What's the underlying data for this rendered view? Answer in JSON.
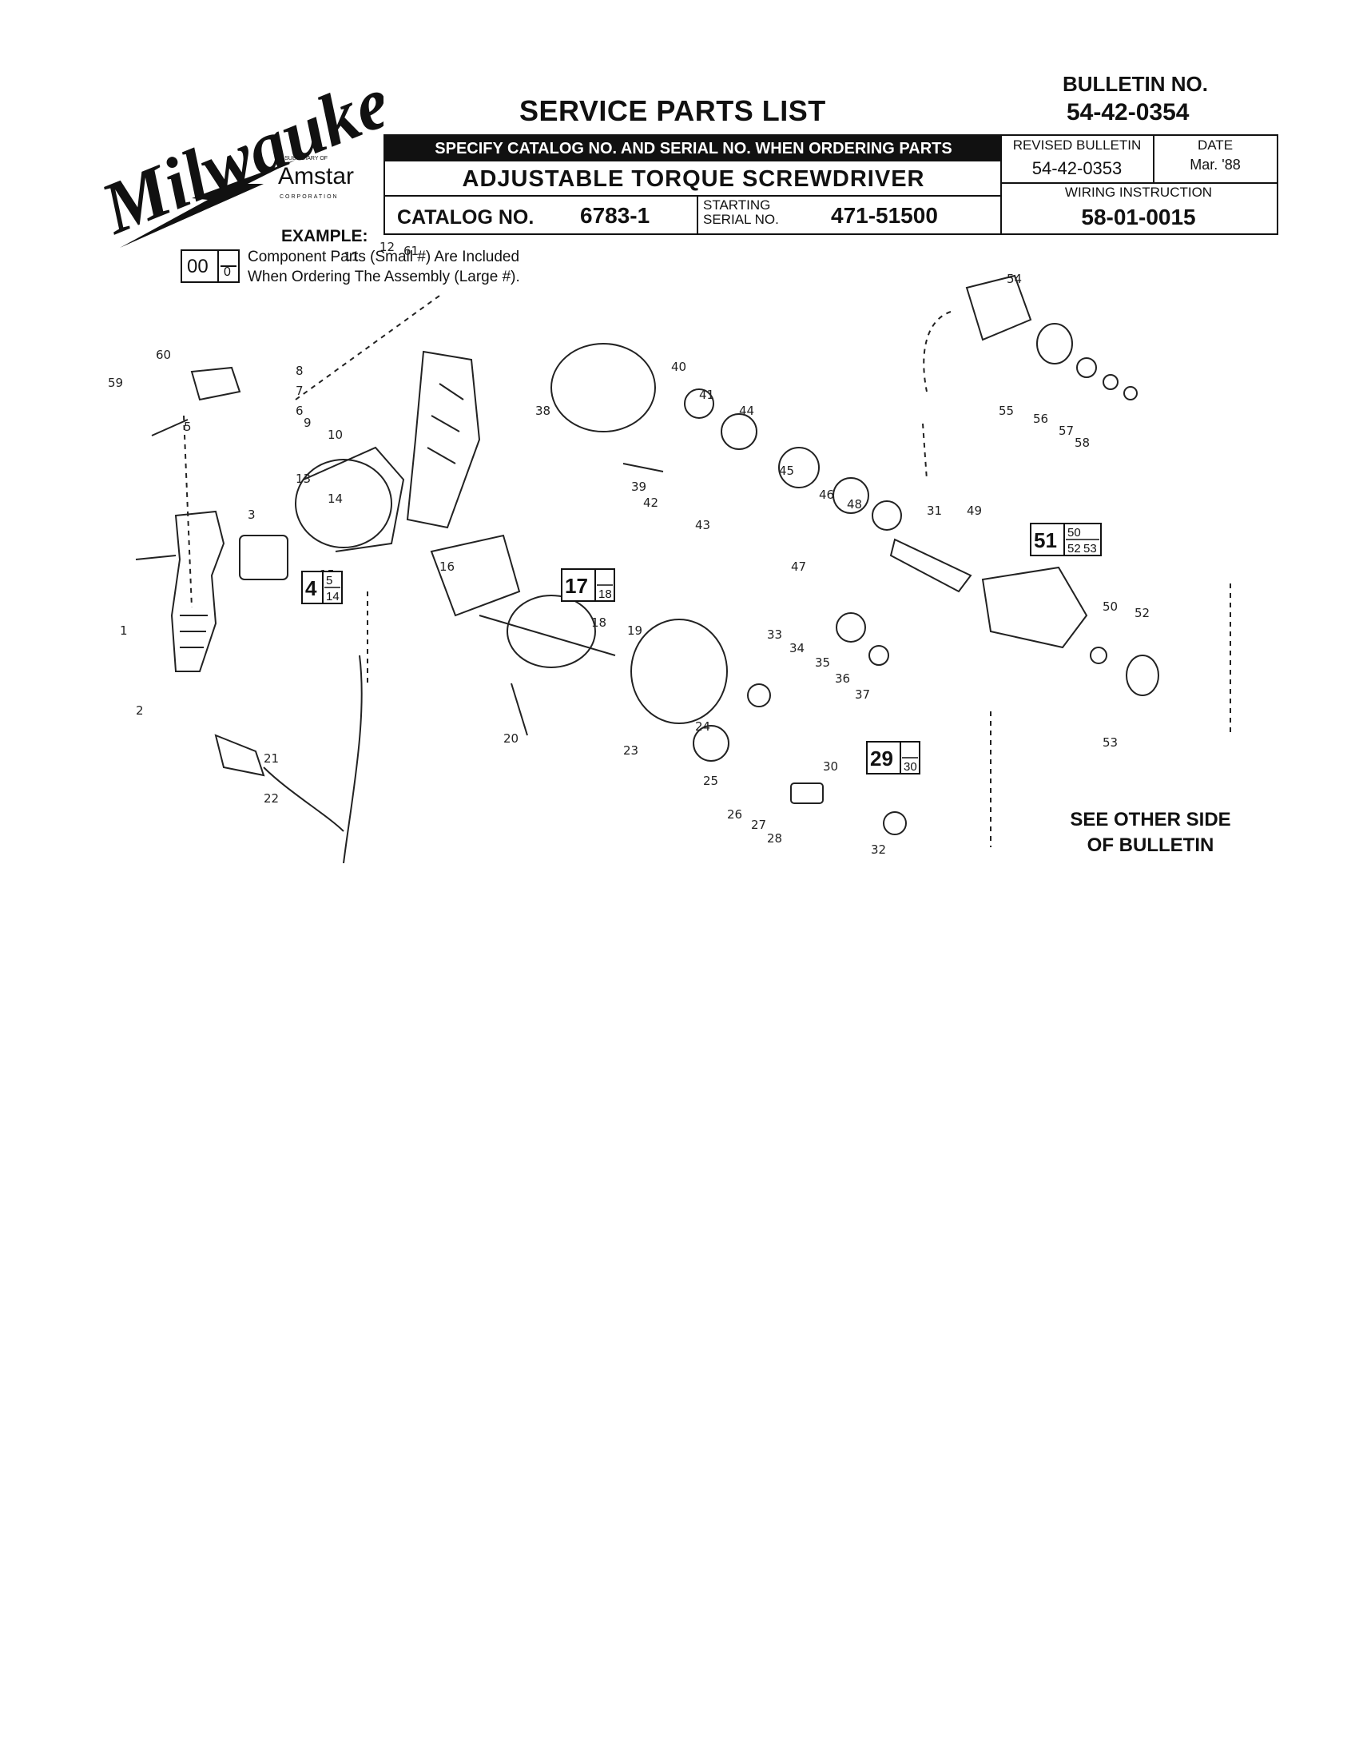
{
  "brand": {
    "logo_text": "Milwaukee",
    "parent_line": "A SUBSIDIARY OF",
    "parent": "Amstar",
    "parent_sub": "CORPORATION"
  },
  "header": {
    "title": "SERVICE PARTS LIST",
    "bulletin_label": "BULLETIN NO.",
    "bulletin_no": "54-42-0354",
    "specify_notice": "SPECIFY CATALOG NO. AND SERIAL NO. WHEN ORDERING PARTS",
    "product": "ADJUSTABLE  TORQUE SCREWDRIVER",
    "catalog_label": "CATALOG NO.",
    "catalog_no": "6783-1",
    "starting_label_1": "STARTING",
    "starting_label_2": "SERIAL NO.",
    "serial_no": "471-51500",
    "revised_label": "REVISED BULLETIN",
    "revised_no": "54-42-0353",
    "date_label": "DATE",
    "date": "Mar. '88",
    "wiring_label": "WIRING INSTRUCTION",
    "wiring_no": "58-01-0015"
  },
  "example": {
    "label": "EXAMPLE:",
    "big": "00",
    "small": "0",
    "line1": "Component Parts (Small #) Are Included",
    "line2": "When Ordering The Assembly (Large #)."
  },
  "assemblies": [
    {
      "big": "4",
      "small": [
        "5",
        "14"
      ]
    },
    {
      "big": "17",
      "small": [
        "18"
      ]
    },
    {
      "big": "29",
      "small": [
        "30"
      ]
    },
    {
      "big": "51",
      "small": [
        "50",
        "52",
        "53"
      ]
    }
  ],
  "part_numbers": [
    "1",
    "2",
    "3",
    "5",
    "6",
    "7",
    "8",
    "9",
    "10",
    "11",
    "12",
    "13",
    "14",
    "15",
    "16",
    "18",
    "19",
    "20",
    "21",
    "22",
    "23",
    "24",
    "25",
    "26",
    "27",
    "28",
    "30",
    "31",
    "32",
    "33",
    "34",
    "35",
    "36",
    "37",
    "38",
    "39",
    "40",
    "41",
    "42",
    "43",
    "44",
    "45",
    "46",
    "47",
    "48",
    "49",
    "50",
    "52",
    "53",
    "54",
    "55",
    "56",
    "57",
    "58",
    "59",
    "60",
    "61"
  ],
  "footer": {
    "line1": "SEE OTHER SIDE",
    "line2": "OF BULLETIN"
  }
}
